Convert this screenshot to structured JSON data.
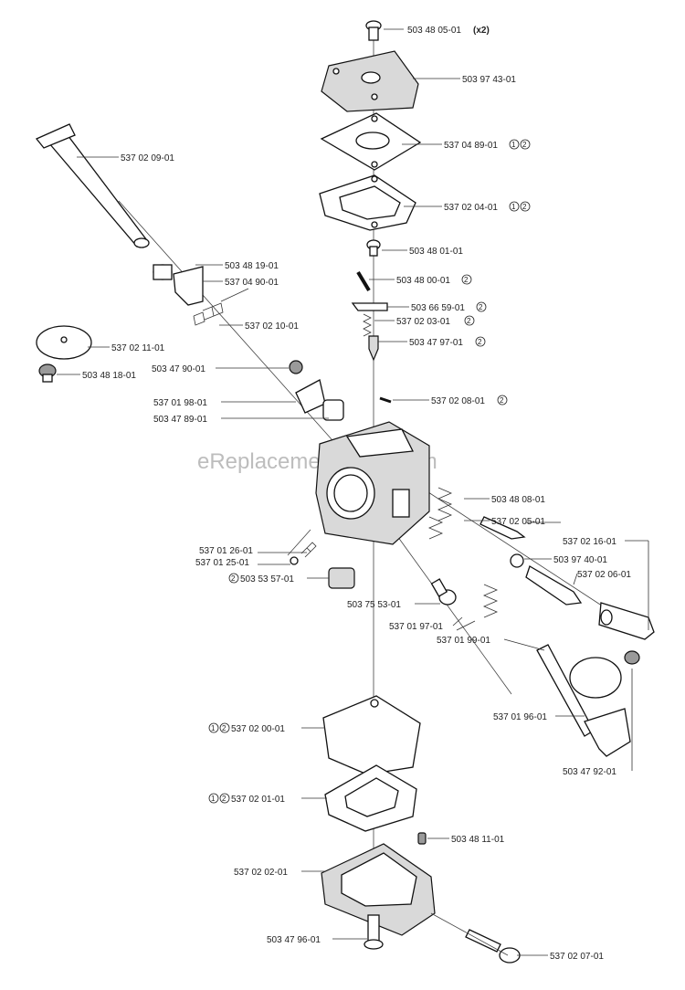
{
  "watermark": "eReplacementParts.com",
  "labels": {
    "l01": "503 48 05-01",
    "l01_qty": "(x2)",
    "l02": "503 97 43-01",
    "l03": "537 04 89-01",
    "l04": "537 02 04-01",
    "l05": "503 48 01-01",
    "l06": "503 48 00-01",
    "l07": "503 66 59-01",
    "l08": "537 02 03-01",
    "l09": "503 47 97-01",
    "l10": "537 02 08-01",
    "l11": "537 02 09-01",
    "l12": "503 48 19-01",
    "l13": "537 04 90-01",
    "l14": "537 02 10-01",
    "l15": "537 02 11-01",
    "l16": "503 48 18-01",
    "l17": "503 47 90-01",
    "l18": "537 01 98-01",
    "l19": "503 47 89-01",
    "l20": "503 48 08-01",
    "l21": "537 02 05-01",
    "l22": "537 02 16-01",
    "l23": "503 97 40-01",
    "l24": "537 02 06-01",
    "l25": "537 01 26-01",
    "l26": "537 01 25-01",
    "l27": "503 53 57-01",
    "l28": "503 75 53-01",
    "l29": "537 01 97-01",
    "l30": "537 01 99-01",
    "l31": "537 01 96-01",
    "l32": "503 47 92-01",
    "l33": "537 02 00-01",
    "l34": "537 02 01-01",
    "l35": "503 48 11-01",
    "l36": "537 02 02-01",
    "l37": "503 47 96-01",
    "l38": "537 02 07-01"
  },
  "kit_markers": {
    "one": "1",
    "two": "2"
  }
}
